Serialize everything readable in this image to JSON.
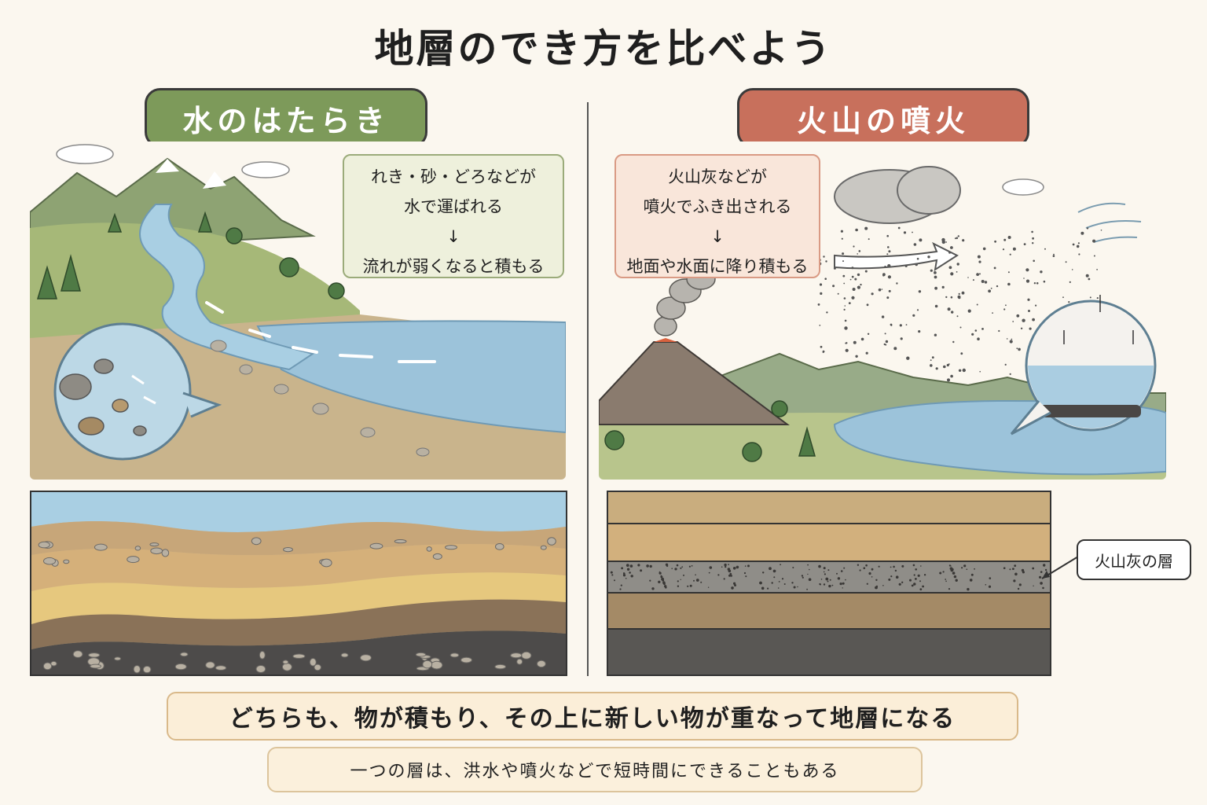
{
  "title": "地層のでき方を比べよう",
  "water": {
    "heading": "水のはたらき",
    "note": [
      "れき・砂・どろなどが",
      "水で運ばれる",
      "↓",
      "流れが弱くなると積もる"
    ]
  },
  "volcano": {
    "heading": "火山の噴火",
    "note": [
      "火山灰などが",
      "噴火でふき出される",
      "↓",
      "地面や水面に降り積もる"
    ],
    "ash_layer_label": "火山灰の層"
  },
  "summary": {
    "main": "どちらも、物が積もり、その上に新しい物が重なって地層になる",
    "sub": "一つの層は、洪水や噴火などで短時間にできることもある"
  },
  "colors": {
    "water_accent": "#7d9a5a",
    "volcano_accent": "#c8705c",
    "water": "#9cc3da",
    "ash": "#8a8a86"
  }
}
